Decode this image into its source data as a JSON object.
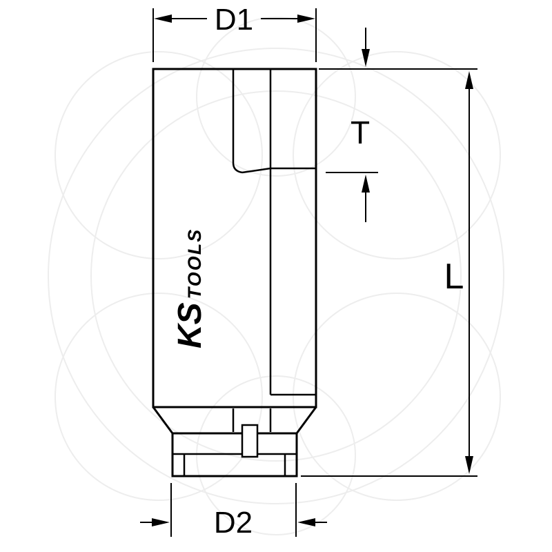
{
  "drawing": {
    "kind": "technical-dimension-drawing",
    "dimension_labels": {
      "width_top": "D1",
      "insert_depth": "T",
      "overall_length": "L",
      "width_bottom": "D2"
    },
    "logo": {
      "brand": "KS",
      "suffix": "TOOLS"
    },
    "colors": {
      "line": "#000000",
      "background": "#ffffff",
      "watermark": "#ededed"
    }
  }
}
